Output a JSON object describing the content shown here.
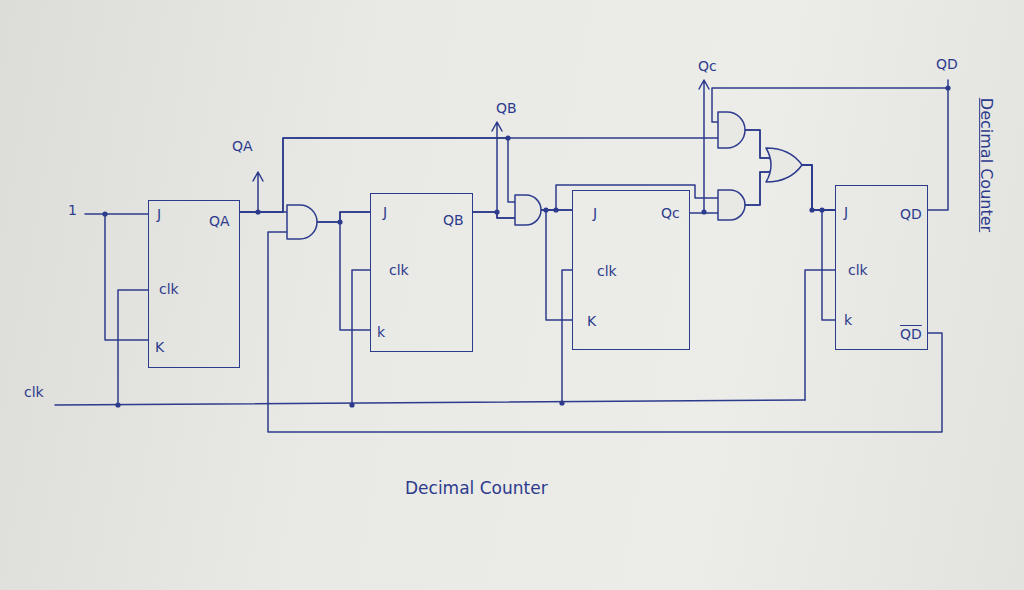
{
  "diagram": {
    "caption": "Decimal Counter",
    "nodes": [
      {
        "text": [
          "J",
          "QA",
          "clk",
          "K"
        ]
      },
      {
        "text": [
          "J",
          "QB",
          "clk",
          "k"
        ]
      },
      {
        "text": [
          "J",
          "Qc",
          "clk",
          "K"
        ]
      },
      {
        "text": [
          "J",
          "QD",
          "clk",
          "k",
          "QD"
        ]
      }
    ],
    "edges": [
      {
        "from": 0,
        "to": 1,
        "arrow": "none"
      },
      {
        "from": 3,
        "to": 1,
        "arrow": "none"
      },
      {
        "from": 0,
        "to": 2,
        "arrow": "none"
      },
      {
        "from": 1,
        "to": 2,
        "arrow": "none"
      },
      {
        "from": 0,
        "to": 3,
        "arrow": "none"
      },
      {
        "from": 1,
        "to": 3,
        "arrow": "none"
      },
      {
        "from": 2,
        "to": 3,
        "arrow": "none"
      },
      {
        "from": 3,
        "to": 3,
        "arrow": "none"
      }
    ],
    "labels": [
      "QA",
      "QB",
      "Qc",
      "QD",
      "1",
      "clk",
      "Decimal Counter"
    ]
  }
}
